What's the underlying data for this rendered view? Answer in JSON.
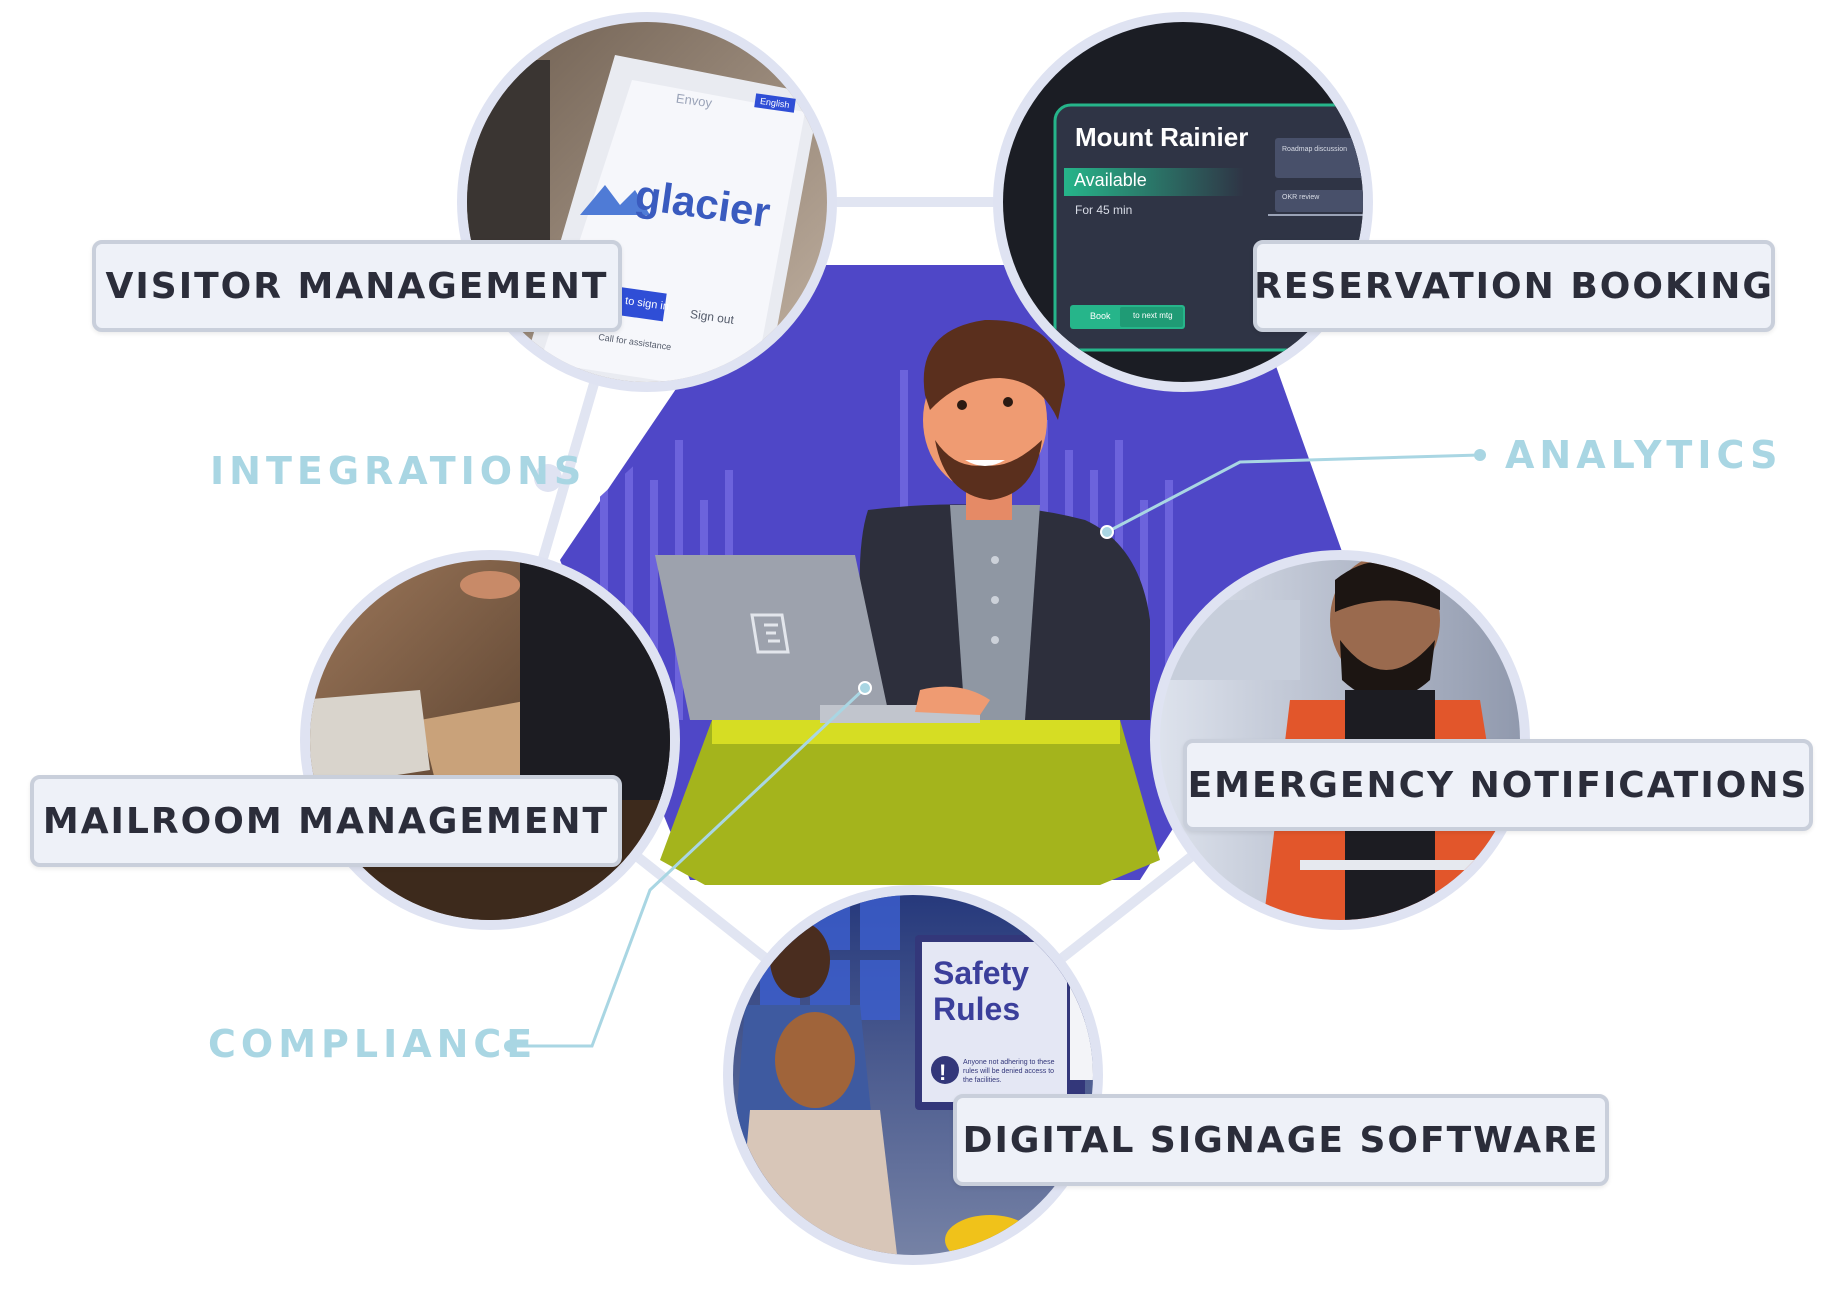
{
  "features": {
    "visitor_management": "VISITOR MANAGEMENT",
    "reservation_booking": "RESERVATION BOOKING",
    "mailroom_management": "MAILROOM MANAGEMENT",
    "emergency_notifications": "EMERGENCY NOTIFICATIONS",
    "digital_signage_software": "DIGITAL SIGNAGE SOFTWARE"
  },
  "capabilities": {
    "integrations": "INTEGRATIONS",
    "analytics": "ANALYTICS",
    "compliance": "COMPLIANCE"
  },
  "tablet_screen": {
    "brand": "Envoy",
    "language": "English",
    "logo": "glacier",
    "sign_in": "to sign in",
    "sign_out": "Sign out",
    "assistance": "Call for assistance"
  },
  "room_display": {
    "room_name": "Mount Rainier",
    "status": "Available",
    "duration": "For 45 min",
    "book_button": "Book",
    "next_meeting": "to next mtg",
    "event_1": "Roadmap discussion",
    "event_2": "OKR review"
  },
  "signage_screen": {
    "title_line1": "Safety",
    "title_line2": "Rules",
    "notice": "Anyone not adhering to these rules will be denied access to the facilities."
  },
  "colors": {
    "hexagon_purple": "#4f47c7",
    "desk_green": "#a4b41c",
    "capability_text": "#a9d6e3",
    "label_text": "#2b2d3a",
    "ring_border": "#dfe3f2"
  },
  "icons": {
    "laptop": "envoy-logo-icon",
    "notice": "exclamation-icon"
  }
}
